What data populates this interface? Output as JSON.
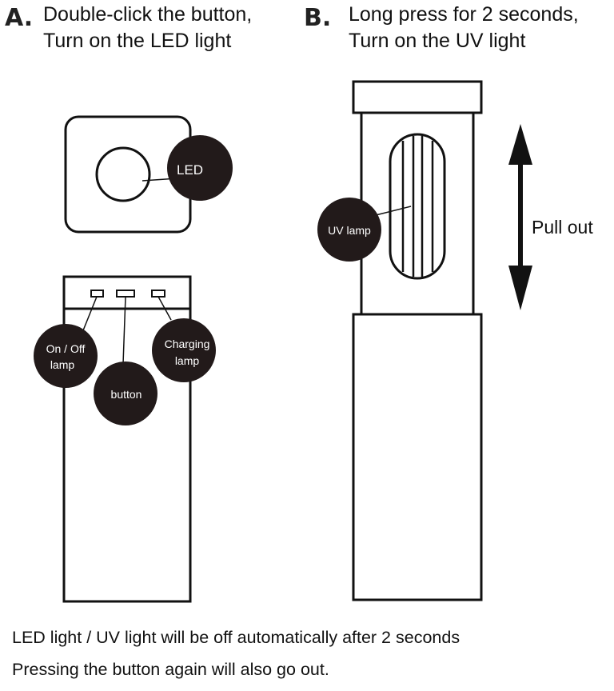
{
  "section_a": {
    "letter": "A.",
    "line1": "Double-click the button,",
    "line2": "Turn on the LED light"
  },
  "section_b": {
    "letter": "B.",
    "line1": "Long press for 2 seconds,",
    "line2": "Turn on the UV light"
  },
  "callouts": {
    "led": "LED",
    "on_off_lamp_1": "On / Off",
    "on_off_lamp_2": "lamp",
    "button": "button",
    "charging_lamp_1": "Charging",
    "charging_lamp_2": "lamp",
    "uv_lamp": "UV lamp",
    "pull_out": "Pull out"
  },
  "footer": {
    "line1": "LED light / UV light will be off automatically after 2 seconds",
    "line2": "Pressing the button again will also go out."
  }
}
